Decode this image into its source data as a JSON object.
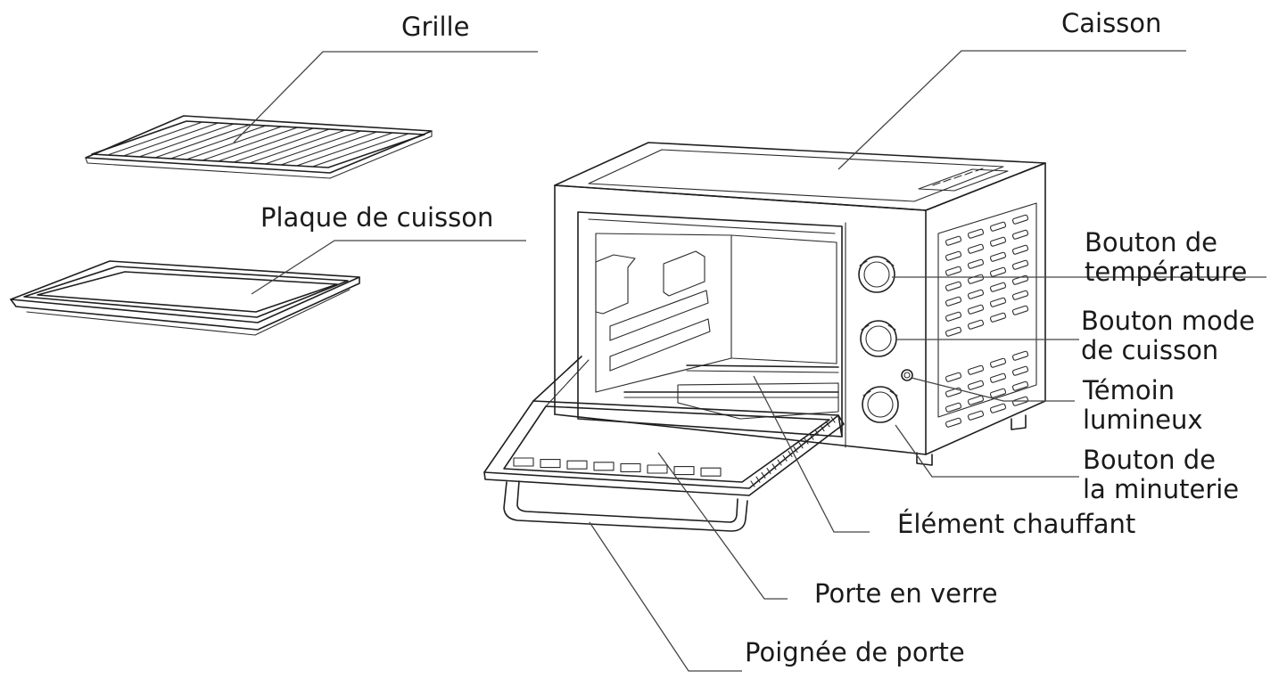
{
  "labels": {
    "grille": "Grille",
    "plaque": "Plaque de cuisson",
    "caisson": "Caisson",
    "bouton_temperature": [
      "Bouton de",
      "température"
    ],
    "bouton_mode": [
      "Bouton mode",
      "de cuisson"
    ],
    "temoin": [
      "Témoin",
      "lumineux"
    ],
    "bouton_minuterie": [
      "Bouton de",
      "la minuterie"
    ],
    "element": "Élément chauffant",
    "porte": "Porte en verre",
    "poignee": "Poignée de porte"
  },
  "colors": {
    "line": "#1f1f1f",
    "text": "#1a1a1a",
    "background": "#ffffff"
  }
}
